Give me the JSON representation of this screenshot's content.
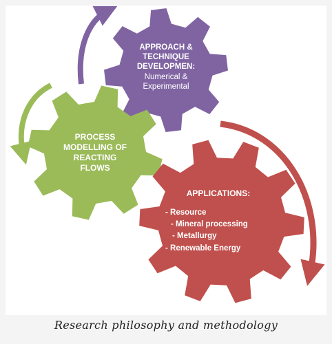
{
  "diagram": {
    "gear_approach": {
      "title_lines": [
        "APPROACH &",
        "TECHNIQUE",
        "DEVELOPMEN:"
      ],
      "sub_lines": [
        "Numerical &",
        "Experimental"
      ],
      "color": "#8064a2"
    },
    "gear_process": {
      "title_lines": [
        "PROCESS",
        "MODELLING OF",
        "REACTING",
        "FLOWS"
      ],
      "color": "#9bbb59"
    },
    "gear_applications": {
      "title": "APPLICATIONS:",
      "items": [
        "- Resource",
        "- Mineral processing",
        "- Metallurgy",
        "- Renewable Energy"
      ],
      "color": "#c0504d"
    },
    "arrows": {
      "purple_arrow_color": "#8064a2",
      "green_arrow_color": "#9bbb59",
      "red_arrow_color": "#c0504d"
    }
  },
  "caption": "Research philosophy and methodology"
}
